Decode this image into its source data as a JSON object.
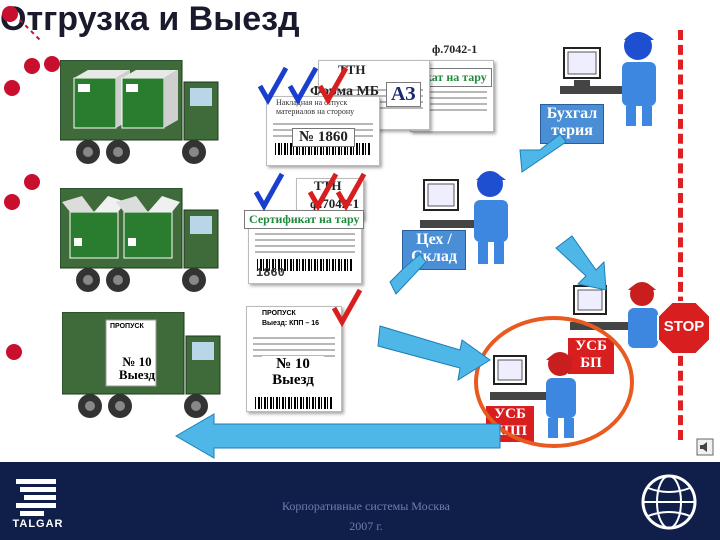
{
  "slide": {
    "title": "Отгрузка и Выезд"
  },
  "documents": {
    "f7042_top": "ф.7042-1",
    "cert_top": "кат на тару",
    "ttn_top": "ТТН",
    "form_mb": "Форма МБ",
    "az": "АЗ",
    "nakl_line1": "Накладная на отпуск",
    "nakl_line2": "материалов на сторону",
    "num_1860": "№ 1860",
    "ttn_mid": "ТТН",
    "f7042_mid": "ф.7042-1",
    "cert_mid": "Сертификат на тару",
    "stamp_1860": "1860",
    "exit_pass_num": "№ 10\nВыезд",
    "exit_pass_truck": "№ 10\nВыезд",
    "pass_header": "ПРОПУСК",
    "pass_sub": "Выезд: КПП – 16"
  },
  "roles": {
    "accounting": "Бухгал\nтерия",
    "workshop": "Цех /\nСклад",
    "usb_bp": "УСБ\nБП",
    "usb_kpp": "УСБ\nКПП"
  },
  "stop_sign": "STOP",
  "footer": {
    "text_line1": "Корпоративные системы   Москва",
    "text_line2": "2007 г.",
    "logo_text": "TALGAR"
  },
  "colors": {
    "truck": "#3f6b3a",
    "accent_red": "#d81e1e",
    "arrow_blue": "#4fb6e8",
    "footer_bg": "#0f1f4a",
    "check_blue": "#1a3fcf",
    "check_red": "#d81e1e"
  }
}
